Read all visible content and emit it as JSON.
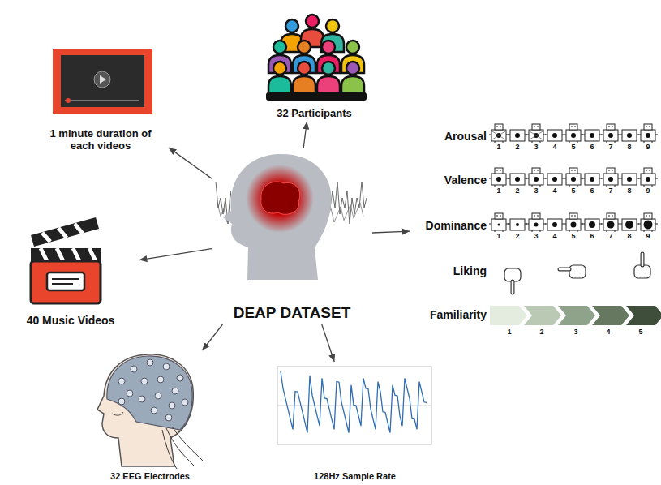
{
  "diagram": {
    "nodes": [
      {
        "text": [
          "DEAP DATASET"
        ]
      },
      {
        "text": [
          "1 minute duration of each videos"
        ]
      },
      {
        "text": [
          "32 Participants"
        ]
      },
      {
        "text": [
          "40 Music Videos"
        ]
      },
      {
        "text": [
          "32 EEG Electrodes"
        ]
      },
      {
        "text": [
          "128Hz Sample Rate"
        ]
      },
      {
        "text": [
          "Arousal",
          "Valence",
          "Dominance",
          "Liking",
          "Familiarity"
        ]
      }
    ],
    "edges": [
      {
        "from": 0,
        "to": 1,
        "arrow": "to"
      },
      {
        "from": 0,
        "to": 2,
        "arrow": "to"
      },
      {
        "from": 0,
        "to": 3,
        "arrow": "to"
      },
      {
        "from": 0,
        "to": 4,
        "arrow": "to"
      },
      {
        "from": 0,
        "to": 5,
        "arrow": "to"
      },
      {
        "from": 0,
        "to": 6,
        "arrow": "to"
      }
    ],
    "labels": [
      "1",
      "2",
      "3",
      "4",
      "5",
      "6",
      "7",
      "8",
      "9",
      "1",
      "2",
      "3",
      "4",
      "5",
      "6",
      "7",
      "8",
      "9",
      "1",
      "2",
      "3",
      "4",
      "5",
      "6",
      "7",
      "8",
      "9",
      "1",
      "2",
      "3",
      "4",
      "5"
    ]
  }
}
